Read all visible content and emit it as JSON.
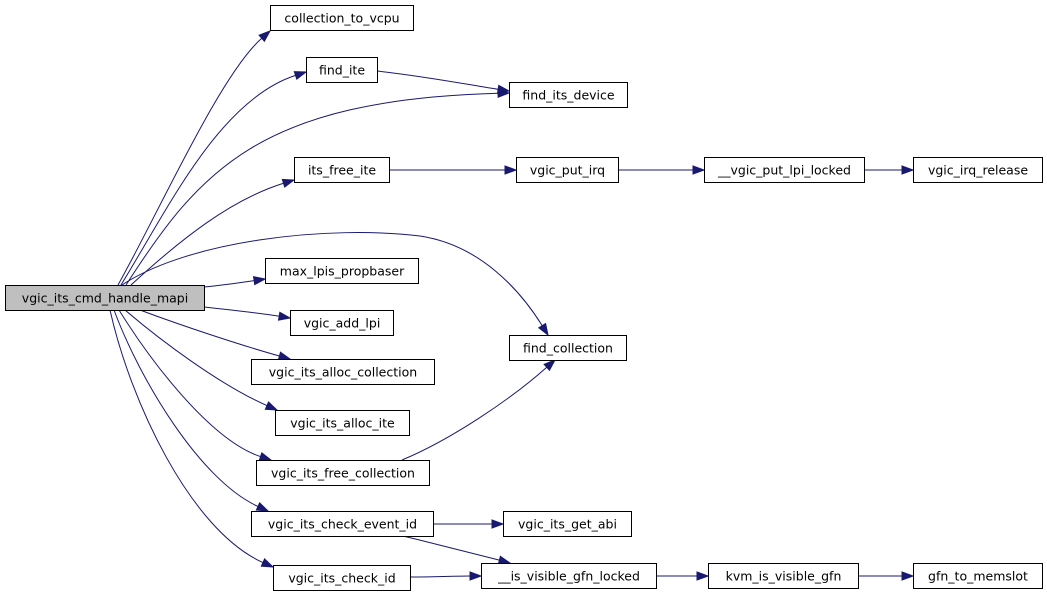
{
  "graph": {
    "colors": {
      "edge": "#191970",
      "node_fill": "#ffffff",
      "root_fill": "#bfbfbf",
      "node_border": "#000000"
    },
    "nodes": [
      {
        "id": "vgic_its_cmd_handle_mapi",
        "label": "vgic_its_cmd_handle_mapi",
        "root": true
      },
      {
        "id": "collection_to_vcpu",
        "label": "collection_to_vcpu"
      },
      {
        "id": "find_ite",
        "label": "find_ite"
      },
      {
        "id": "find_its_device",
        "label": "find_its_device"
      },
      {
        "id": "its_free_ite",
        "label": "its_free_ite"
      },
      {
        "id": "vgic_put_irq",
        "label": "vgic_put_irq"
      },
      {
        "id": "__vgic_put_lpi_locked",
        "label": "__vgic_put_lpi_locked"
      },
      {
        "id": "vgic_irq_release",
        "label": "vgic_irq_release"
      },
      {
        "id": "max_lpis_propbaser",
        "label": "max_lpis_propbaser"
      },
      {
        "id": "vgic_add_lpi",
        "label": "vgic_add_lpi"
      },
      {
        "id": "find_collection",
        "label": "find_collection"
      },
      {
        "id": "vgic_its_alloc_collection",
        "label": "vgic_its_alloc_collection"
      },
      {
        "id": "vgic_its_alloc_ite",
        "label": "vgic_its_alloc_ite"
      },
      {
        "id": "vgic_its_free_collection",
        "label": "vgic_its_free_collection"
      },
      {
        "id": "vgic_its_check_event_id",
        "label": "vgic_its_check_event_id"
      },
      {
        "id": "vgic_its_get_abi",
        "label": "vgic_its_get_abi"
      },
      {
        "id": "__is_visible_gfn_locked",
        "label": "__is_visible_gfn_locked"
      },
      {
        "id": "vgic_its_check_id",
        "label": "vgic_its_check_id"
      },
      {
        "id": "kvm_is_visible_gfn",
        "label": "kvm_is_visible_gfn"
      },
      {
        "id": "gfn_to_memslot",
        "label": "gfn_to_memslot"
      }
    ],
    "edges": [
      {
        "from": "vgic_its_cmd_handle_mapi",
        "to": "collection_to_vcpu"
      },
      {
        "from": "vgic_its_cmd_handle_mapi",
        "to": "find_ite"
      },
      {
        "from": "vgic_its_cmd_handle_mapi",
        "to": "find_its_device"
      },
      {
        "from": "vgic_its_cmd_handle_mapi",
        "to": "its_free_ite"
      },
      {
        "from": "vgic_its_cmd_handle_mapi",
        "to": "find_collection"
      },
      {
        "from": "vgic_its_cmd_handle_mapi",
        "to": "max_lpis_propbaser"
      },
      {
        "from": "vgic_its_cmd_handle_mapi",
        "to": "vgic_add_lpi"
      },
      {
        "from": "vgic_its_cmd_handle_mapi",
        "to": "vgic_its_alloc_collection"
      },
      {
        "from": "vgic_its_cmd_handle_mapi",
        "to": "vgic_its_alloc_ite"
      },
      {
        "from": "vgic_its_cmd_handle_mapi",
        "to": "vgic_its_free_collection"
      },
      {
        "from": "vgic_its_cmd_handle_mapi",
        "to": "vgic_its_check_event_id"
      },
      {
        "from": "vgic_its_cmd_handle_mapi",
        "to": "vgic_its_check_id"
      },
      {
        "from": "find_ite",
        "to": "find_its_device"
      },
      {
        "from": "its_free_ite",
        "to": "vgic_put_irq"
      },
      {
        "from": "vgic_put_irq",
        "to": "__vgic_put_lpi_locked"
      },
      {
        "from": "__vgic_put_lpi_locked",
        "to": "vgic_irq_release"
      },
      {
        "from": "vgic_its_free_collection",
        "to": "find_collection"
      },
      {
        "from": "vgic_its_check_event_id",
        "to": "vgic_its_get_abi"
      },
      {
        "from": "vgic_its_check_event_id",
        "to": "__is_visible_gfn_locked"
      },
      {
        "from": "vgic_its_check_id",
        "to": "__is_visible_gfn_locked"
      },
      {
        "from": "__is_visible_gfn_locked",
        "to": "kvm_is_visible_gfn"
      },
      {
        "from": "kvm_is_visible_gfn",
        "to": "gfn_to_memslot"
      }
    ]
  }
}
